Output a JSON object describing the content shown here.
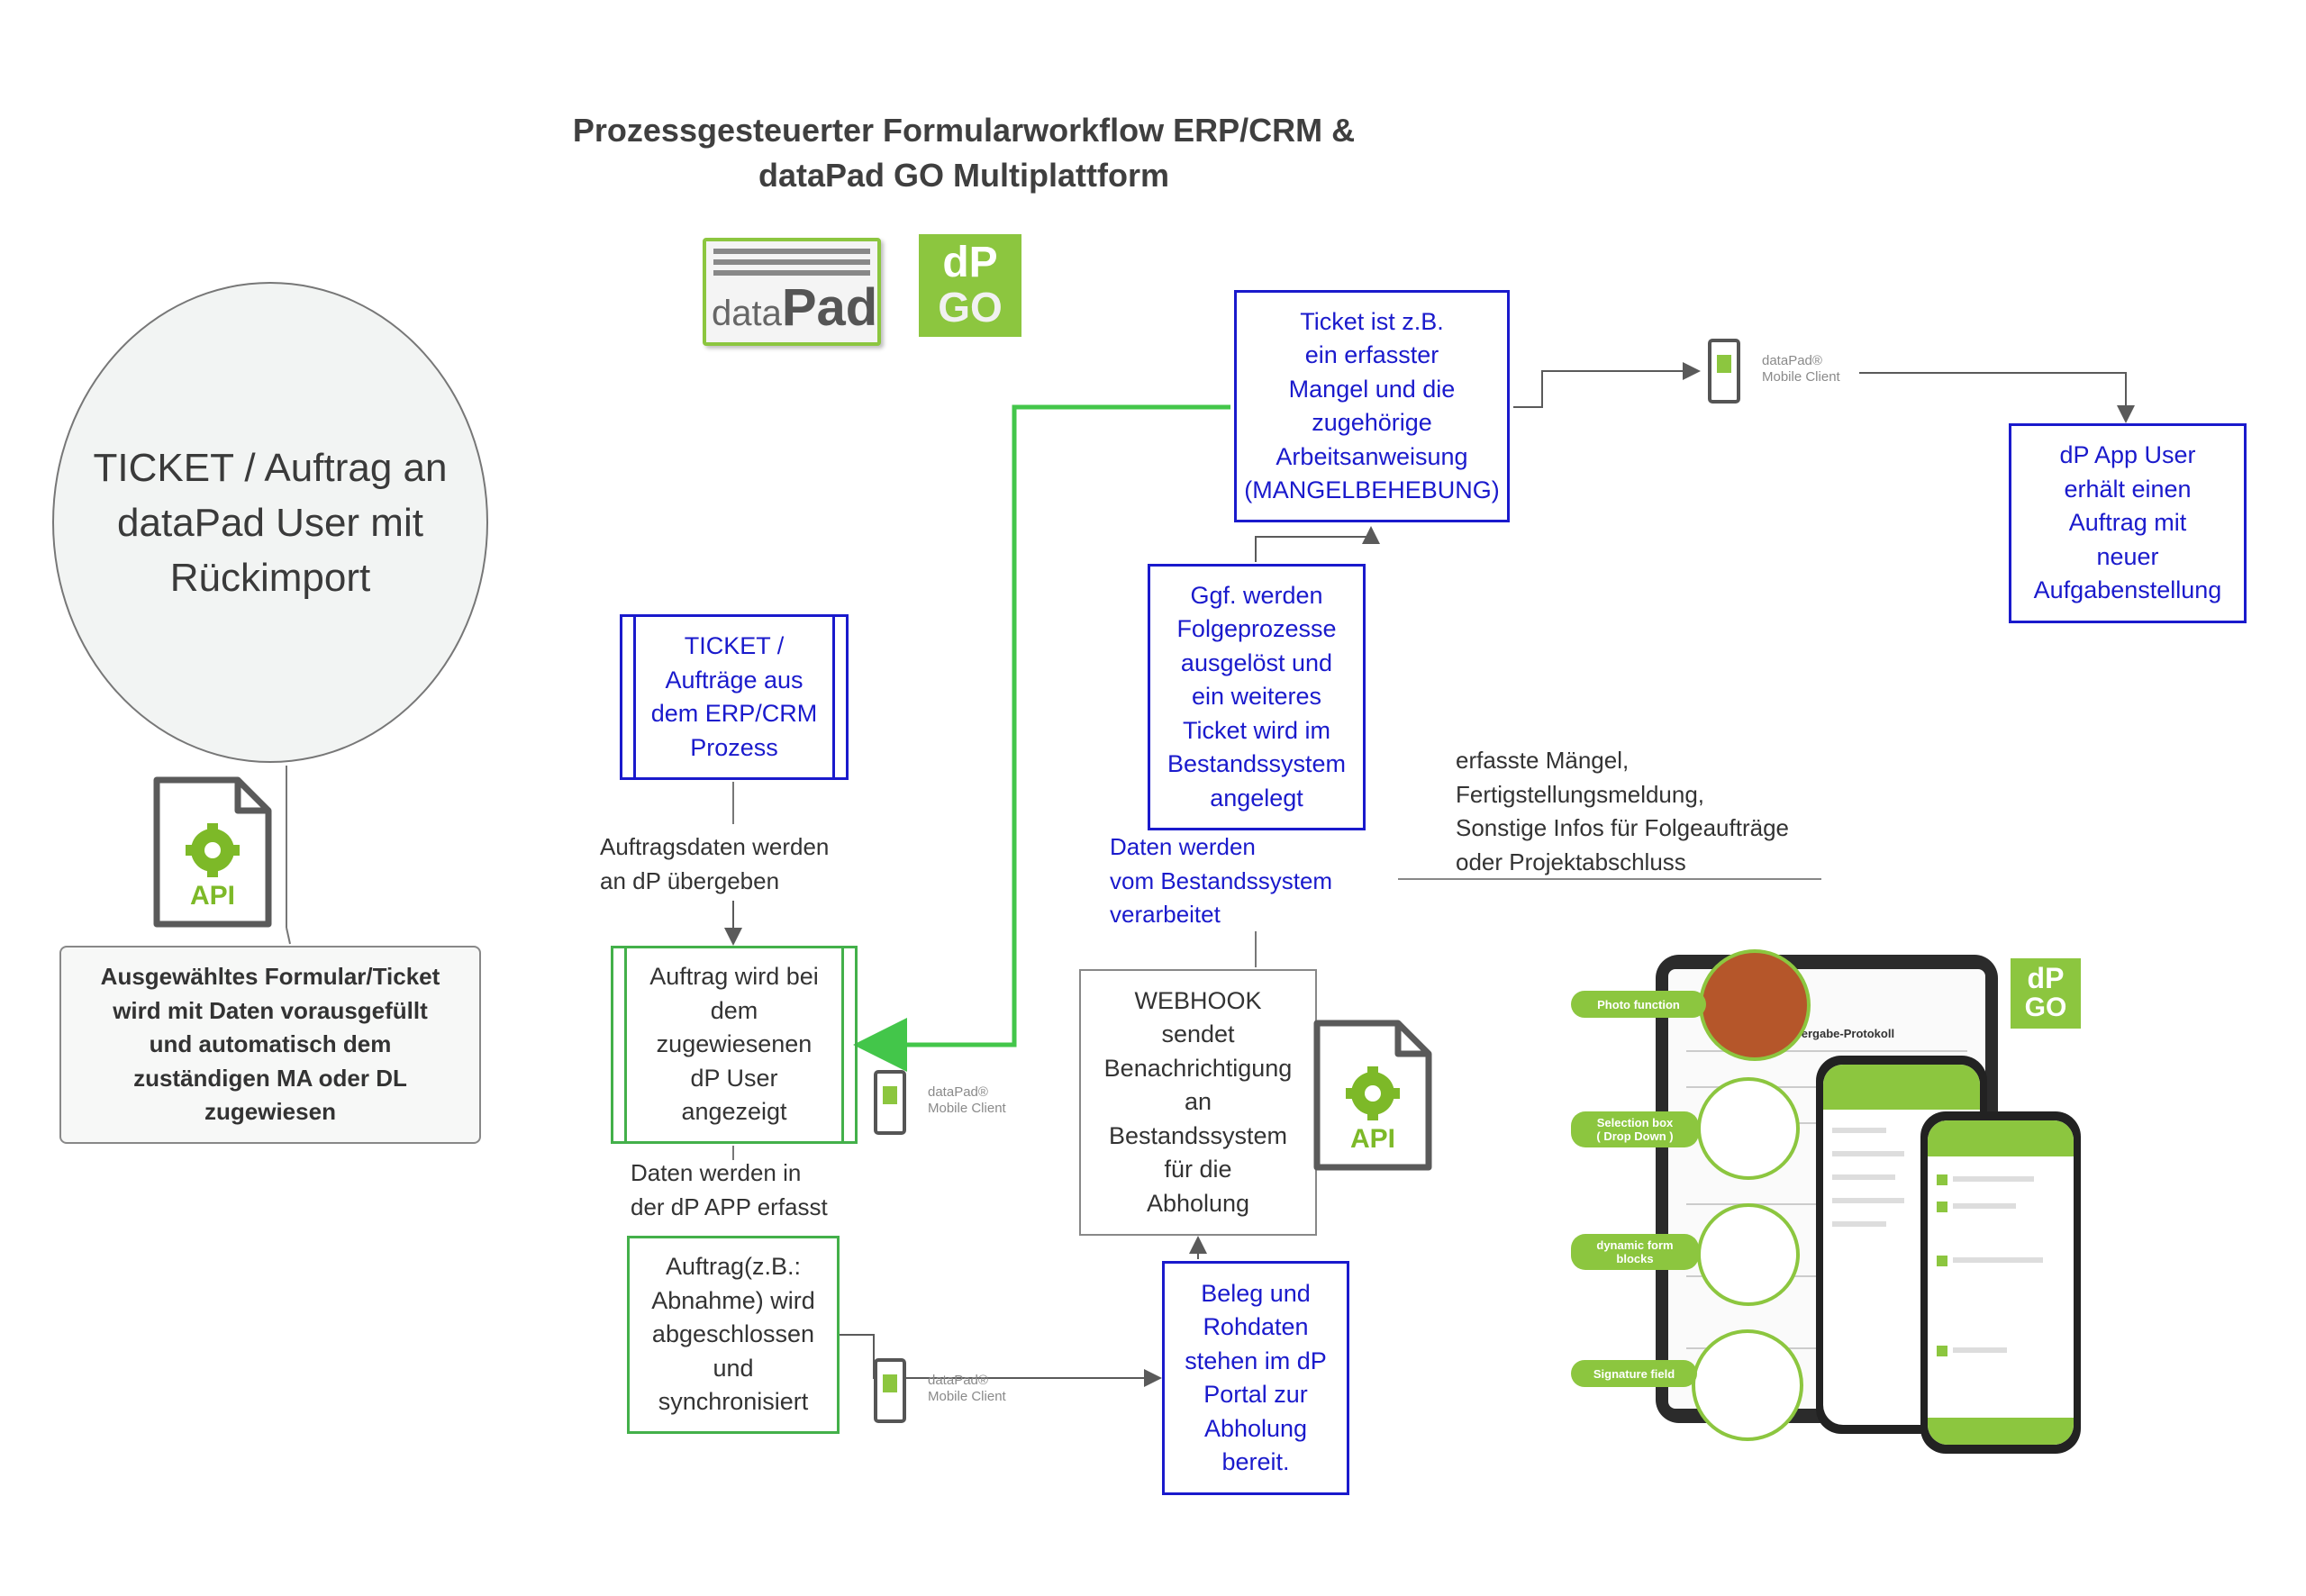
{
  "title_line1": "Prozessgesteuerter Formularworkflow ERP/CRM &",
  "title_line2": "dataPad GO Multiplattform",
  "logos": {
    "datapad_light": "data",
    "datapad_bold": "Pad",
    "dpgo_top": "dP",
    "dpgo_bottom": "GO"
  },
  "circle_text": "TICKET / Auftrag an\ndataPad User mit\nRückimport",
  "api_label": "API",
  "assigned_box": "Ausgewähltes Formular/Ticket\nwird mit Daten vorausgefüllt\nund automatisch dem\nzuständigen MA oder DL\nzugewiesen",
  "erp_box": "TICKET /\nAufträge aus\ndem ERP/CRM\nProzess",
  "transfer_text": "Auftragsdaten  werden\nan dP übergeben",
  "shown_box": "Auftrag wird bei\ndem\nzugewiesenen\ndP User\nangezeigt",
  "captured_text": "Daten werden in\nder dP APP erfasst",
  "closed_box": "Auftrag(z.B.:\nAbnahme) wird\nabgeschlossen\nund\nsynchronisiert",
  "mobile_client_label": "dataPad®\nMobile Client",
  "ticket_box": "Ticket ist z.B.\nein erfasster\nMangel und die\nzugehörige\nArbeitsanweisung\n(MANGELBEHEBUNG)",
  "follow_box": "Ggf. werden\nFolgeprozesse\nausgelöst und\nein weiteres\nTicket wird im\nBestandssystem\nangelegt",
  "processed_text": "Daten  werden\nvom Bestandssystem\nverarbeitet",
  "webhook_box": "WEBHOOK\nsendet\nBenachrichtigung\nan\nBestandssystem\nfür die\nAbholung",
  "portal_box": "Beleg und\nRohdaten\nstehen im dP\nPortal zur\nAbholung\nbereit.",
  "app_user_box": "dP App User\nerhält einen\nAuftrag mit\nneuer\nAufgabenstellung",
  "captured_info_text": "erfasste Mängel,\nFertigstellungsmeldung,\nSonstige Infos für Folgeaufträge\noder Projektabschluss",
  "device_callouts": {
    "photo": "Photo function",
    "selection": "Selection box\n( Drop Down )",
    "dynamic": "dynamic form\nblocks",
    "signature": "Signature field"
  },
  "device_screen_title": "...ungsübergabe-Protokoll",
  "colors": {
    "blue": "#1a1acc",
    "green": "#43b04a",
    "lime": "#8cc63f",
    "gray": "#888888"
  }
}
